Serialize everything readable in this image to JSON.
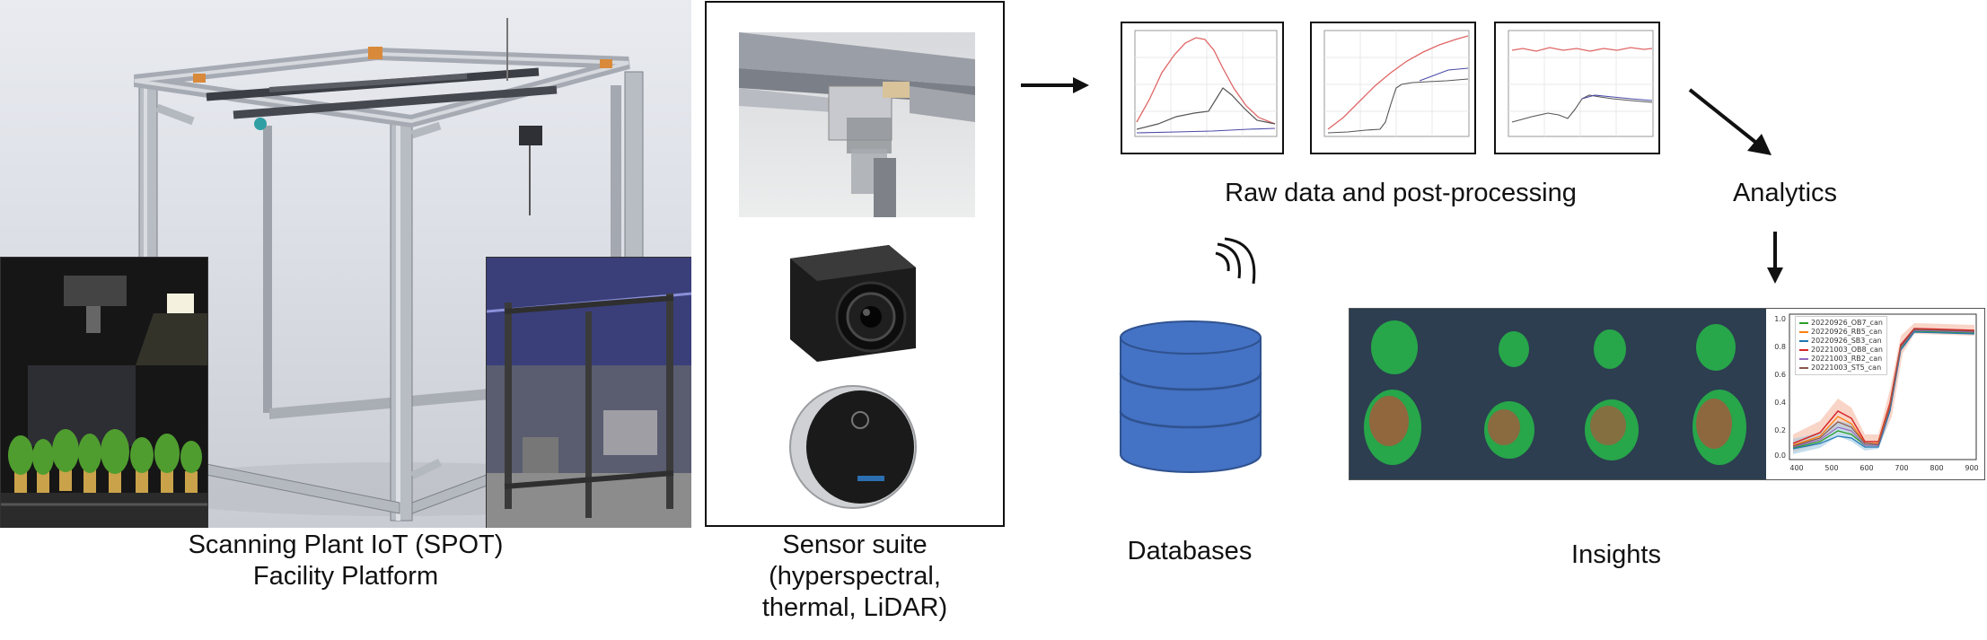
{
  "captions": {
    "platform_line1": "Scanning Plant IoT (SPOT)",
    "platform_line2": "Facility Platform",
    "sensor_line1": "Sensor suite",
    "sensor_line2": "(hyperspectral,",
    "sensor_line3": "thermal, LiDAR)",
    "raw_data": "Raw data and post-processing",
    "analytics": "Analytics",
    "databases": "Databases",
    "insights": "Insights"
  },
  "icons": {
    "arrow_right": "arrow-right-icon",
    "arrow_diagonal": "arrow-down-right-icon",
    "arrow_down": "arrow-down-icon",
    "wireless": "wireless-signal-icon",
    "database": "database-icon"
  },
  "colors": {
    "database_fill": "#4472c4",
    "database_stroke": "#2f528f",
    "plot_red": "#e06666",
    "plot_blue": "#4a4aa8",
    "plot_gray": "#555555",
    "heatmap_bg": "#2c3e50",
    "plant_green": "#27a64a",
    "plant_red": "#b5513a"
  },
  "legend": [
    "20220926_OB7_can",
    "20220926_RB5_can",
    "20220926_SB3_can",
    "20221003_OB8_can",
    "20221003_RB2_can",
    "20221003_ST5_can"
  ],
  "legend_colors": [
    "#2ca02c",
    "#ff7f0e",
    "#1f77b4",
    "#d62728",
    "#9467bd",
    "#8c564b"
  ],
  "spectra_axis": {
    "x_ticks": [
      "400",
      "500",
      "600",
      "700",
      "800",
      "900"
    ],
    "y_ticks": [
      "1.0",
      "0.8",
      "0.6",
      "0.4",
      "0.2",
      "0.0"
    ]
  }
}
